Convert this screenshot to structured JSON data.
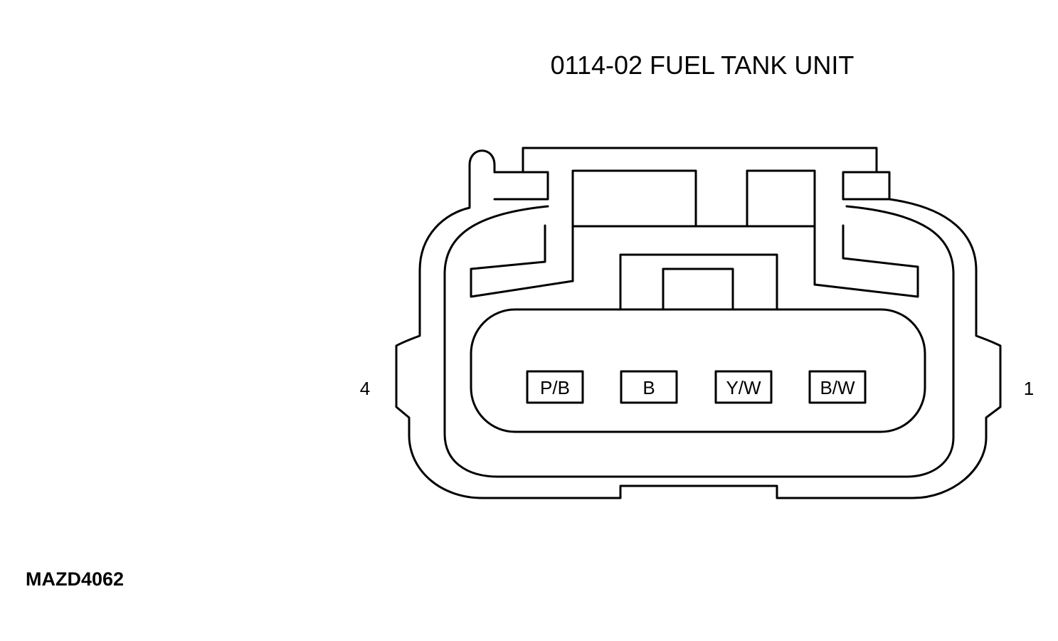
{
  "title": "0114-02 FUEL TANK UNIT",
  "pin_labels": {
    "left": "4",
    "right": "1"
  },
  "terminals": [
    {
      "label": "P/B"
    },
    {
      "label": "B"
    },
    {
      "label": "Y/W"
    },
    {
      "label": "B/W"
    }
  ],
  "figure_code": "MAZD4062",
  "colors": {
    "line": "#000000",
    "background": "#ffffff"
  }
}
